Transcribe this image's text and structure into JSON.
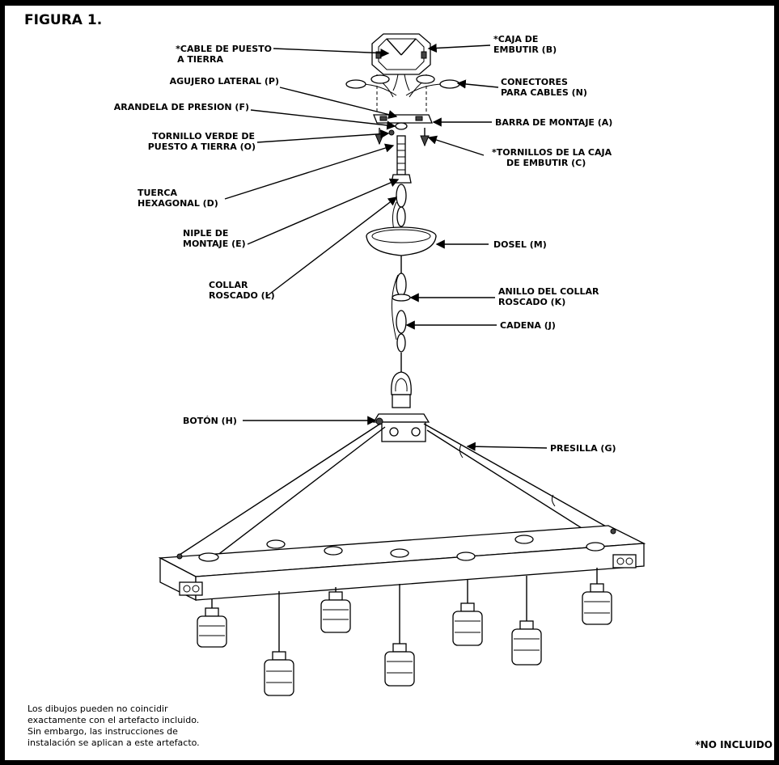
{
  "title": "FIGURA 1.",
  "labels": {
    "ground_cable_1": "*CABLE DE PUESTO",
    "ground_cable_2": "A TIERRA",
    "box_1": "*CAJA DE",
    "box_2": "EMBUTIR (B)",
    "side_hole": "AGUJERO LATERAL (P)",
    "connectors_1": "CONECTORES",
    "connectors_2": "PARA CABLES (N)",
    "washer": "ARANDELA DE PRESION (F)",
    "bar": "BARRA DE MONTAJE (A)",
    "green_screw_1": "TORNILLO VERDE DE",
    "green_screw_2": "PUESTO A TIERRA (O)",
    "box_screws_1": "*TORNILLOS DE LA CAJA",
    "box_screws_2": "DE EMBUTIR (C)",
    "hex_nut_1": "TUERCA",
    "hex_nut_2": "HEXAGONAL (D)",
    "nipple_1": "NIPLE DE",
    "nipple_2": "MONTAJE (E)",
    "canopy": "DOSEL (M)",
    "collar_1": "COLLAR",
    "collar_2": "ROSCADO (L)",
    "collar_ring_1": "ANILLO DEL COLLAR",
    "collar_ring_2": "ROSCADO (K)",
    "chain": "CADENA (J)",
    "knob": "BOTÓN (H)",
    "clip": "PRESILLA (G)"
  },
  "note": [
    "Los dibujos pueden no coincidir",
    "exactamente con el artefacto incluido.",
    "Sin embargo, las instrucciones de",
    "instalación se aplican a este artefacto."
  ],
  "not_included": "*NO INCLUIDO"
}
